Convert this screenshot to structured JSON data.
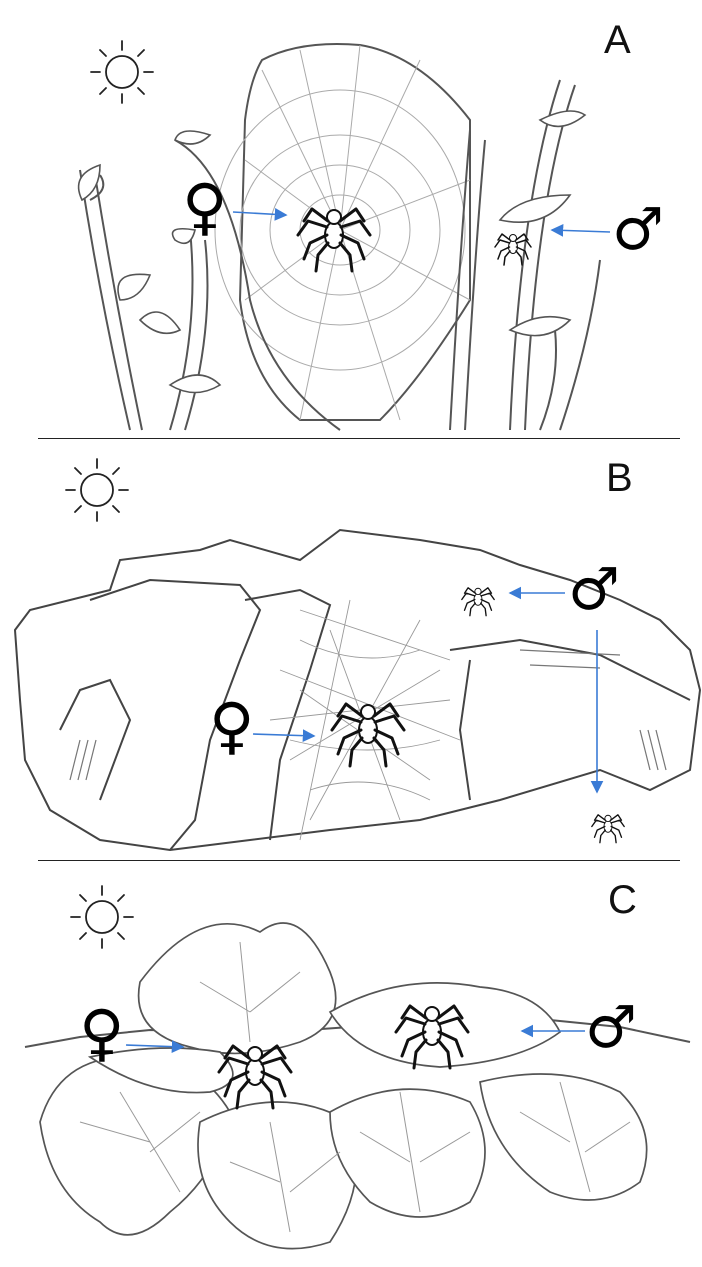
{
  "panels": [
    {
      "label": "A",
      "female_symbol": "♀",
      "male_symbol": "♂"
    },
    {
      "label": "B",
      "female_symbol": "♀",
      "male_symbol": "♂"
    },
    {
      "label": "C",
      "female_symbol": "♀",
      "male_symbol": "♂"
    }
  ],
  "colors": {
    "arrow": "#3a7bd5",
    "line": "#555555",
    "ink": "#111111"
  },
  "icons": [
    "sun-icon",
    "spider-icon",
    "female-symbol",
    "male-symbol",
    "web",
    "rocks",
    "leaves"
  ]
}
